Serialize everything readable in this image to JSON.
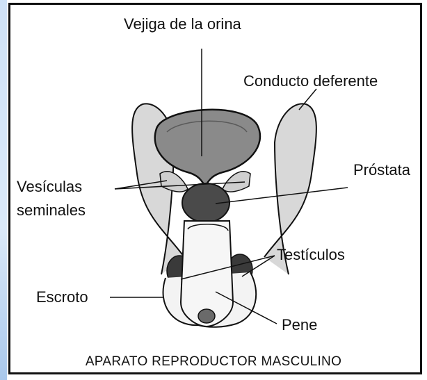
{
  "figure": {
    "caption": "APARATO REPRODUCTOR MASCULINO"
  },
  "labels": {
    "bladder": "Vejiga de la orina",
    "vas_deferens": "Conducto deferente",
    "prostate": "Próstata",
    "seminal_vesicles_line1": "Vesículas",
    "seminal_vesicles_line2": "seminales",
    "testicles": "Testículos",
    "scrotum": "Escroto",
    "penis": "Pene"
  },
  "colors": {
    "bladder_fill": "#8a8a8a",
    "prostate_fill": "#4a4a4a",
    "tissue_fill": "#d4d4d4",
    "line": "#111111"
  }
}
